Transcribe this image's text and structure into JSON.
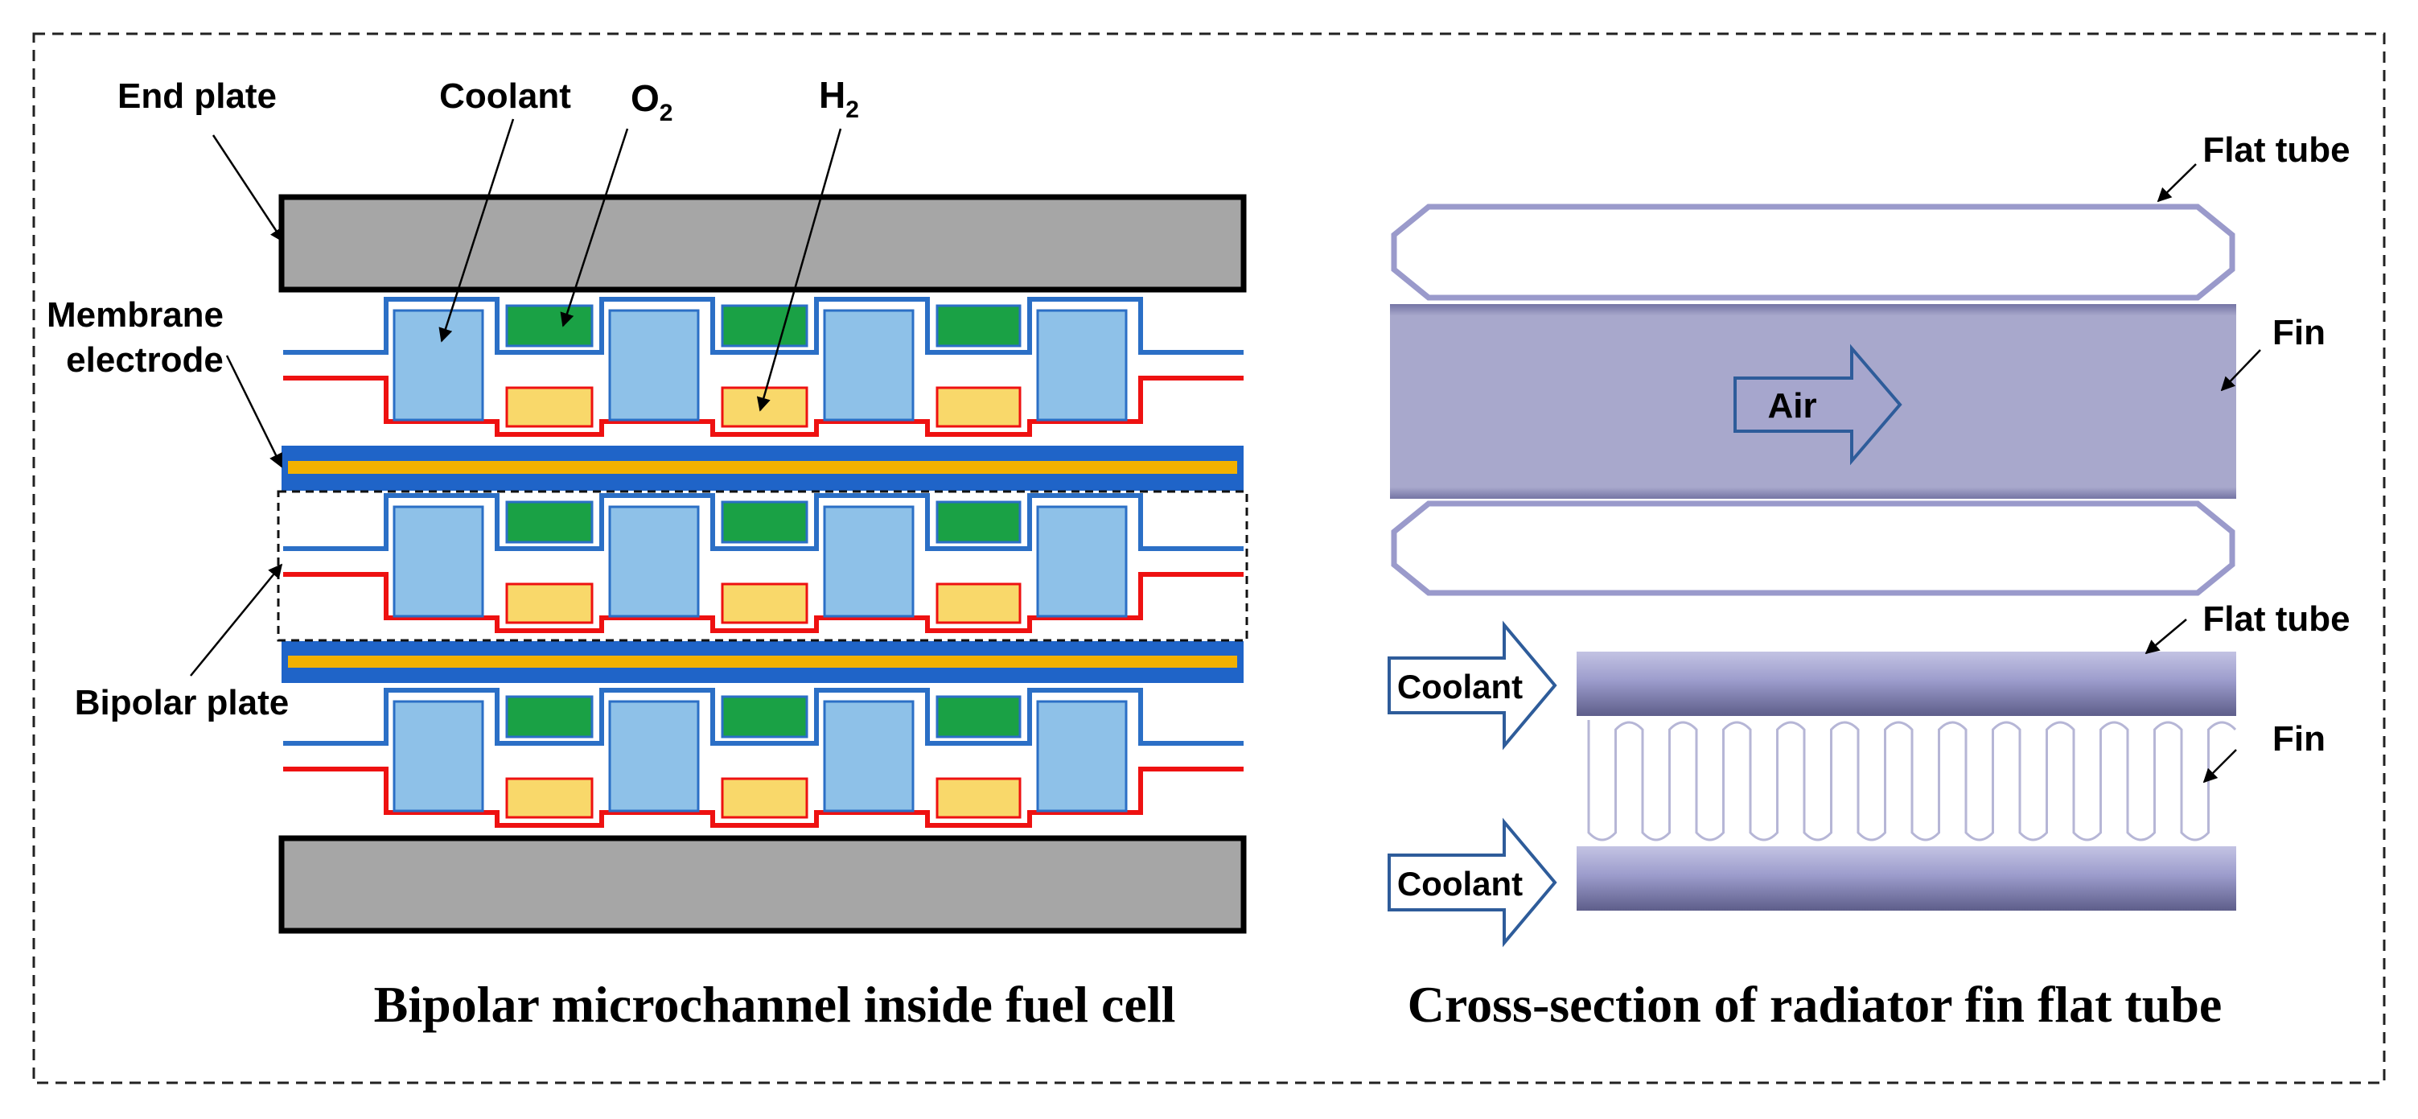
{
  "left_panel": {
    "labels": {
      "end_plate": "End plate",
      "coolant": "Coolant",
      "o2_base": "O",
      "o2_sub": "2",
      "h2_base": "H",
      "h2_sub": "2",
      "membrane_line1": "Membrane",
      "membrane_line2": "electrode",
      "bipolar_plate": "Bipolar plate"
    },
    "caption": "Bipolar microchannel inside fuel cell"
  },
  "right_panel": {
    "labels": {
      "flat_tube_top": "Flat tube",
      "fin_top": "Fin",
      "air": "Air",
      "flat_tube_bottom": "Flat tube",
      "fin_bottom": "Fin",
      "coolant_1": "Coolant",
      "coolant_2": "Coolant"
    },
    "caption": "Cross-section of radiator fin flat tube"
  },
  "colors": {
    "end_plate": "#a6a6a6",
    "coolant_channel": "#8ec1e8",
    "o2_channel": "#1aa145",
    "h2_channel": "#f9d86a",
    "cathode_line": "#2b6fc6",
    "anode_line": "#ee1111",
    "membrane_outer": "#1f64c8",
    "membrane_core": "#f2b100",
    "radiator_fin": "#a4a4c9",
    "radiator_tube": "#9a9acb",
    "coolant_arrow": "#2e5c9a"
  }
}
